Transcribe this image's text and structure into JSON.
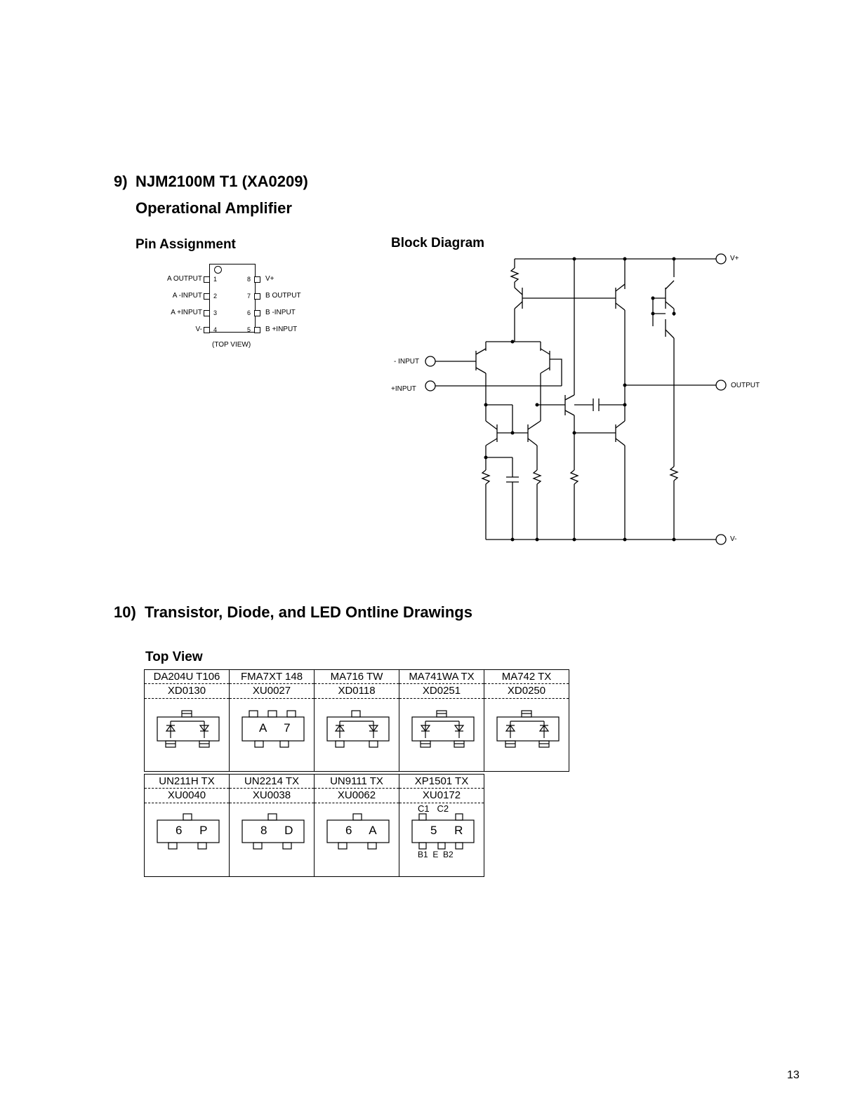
{
  "section9": {
    "number": "9)",
    "title_line1": "NJM2100M T1 (XA0209)",
    "title_line2": "Operational Amplifier"
  },
  "pin_assignment": {
    "heading": "Pin Assignment",
    "left_pins": [
      {
        "num": "1",
        "label": "A OUTPUT"
      },
      {
        "num": "2",
        "label": "A -INPUT"
      },
      {
        "num": "3",
        "label": "A +INPUT"
      },
      {
        "num": "4",
        "label": "V-"
      }
    ],
    "right_pins": [
      {
        "num": "8",
        "label": "V+"
      },
      {
        "num": "7",
        "label": "B OUTPUT"
      },
      {
        "num": "6",
        "label": "B -INPUT"
      },
      {
        "num": "5",
        "label": "B +INPUT"
      }
    ],
    "caption": "(TOP VIEW)"
  },
  "block_diagram": {
    "heading": "Block Diagram",
    "labels": {
      "vplus": "V+",
      "vminus": "V-",
      "neg_input": "- INPUT",
      "pos_input": "+INPUT",
      "output": "OUTPUT"
    }
  },
  "section10": {
    "number": "10)",
    "title": "Transistor, Diode, and LED Ontline Drawings",
    "subheading": "Top View",
    "row1": [
      {
        "name": "DA204U T106",
        "code": "XD0130",
        "mark": ""
      },
      {
        "name": "FMA7XT 148",
        "code": "XU0027",
        "mark": "A 7"
      },
      {
        "name": "MA716 TW",
        "code": "XD0118",
        "mark": ""
      },
      {
        "name": "MA741WA TX",
        "code": "XD0251",
        "mark": ""
      },
      {
        "name": "MA742 TX",
        "code": "XD0250",
        "mark": ""
      }
    ],
    "row2": [
      {
        "name": "UN211H TX",
        "code": "XU0040",
        "mark": "6 P"
      },
      {
        "name": "UN2214 TX",
        "code": "XU0038",
        "mark": "8 D"
      },
      {
        "name": "UN9111 TX",
        "code": "XU0062",
        "mark": "6 A"
      },
      {
        "name": "XP1501 TX",
        "code": "XU0172",
        "mark": "5 R",
        "top_pins": "C1   C2",
        "bottom_pins": "B1  E  B2"
      }
    ]
  },
  "page_number": "13"
}
